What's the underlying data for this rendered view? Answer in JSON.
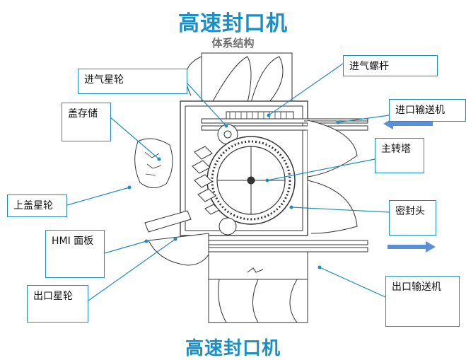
{
  "title": "高速封口机",
  "subtitle": "体系结构",
  "bottom_title": "高速封口机",
  "colors": {
    "accent": "#1b8fc4",
    "line": "#1f8dbd",
    "arrow": "#5b8fd6",
    "drawing": "#333333"
  },
  "labels": {
    "inlet_starwheel": "进气星轮",
    "inlet_screw": "进气螺杆",
    "cap_storage": "盖存储",
    "inlet_conveyor": "进口输送机",
    "main_turret": "主转塔",
    "cap_starwheel": "上盖星轮",
    "seal_head": "密封头",
    "hmi_panel": "HMI 面板",
    "outlet_starwheel": "出口星轮",
    "outlet_conveyor": "出口输送机"
  }
}
